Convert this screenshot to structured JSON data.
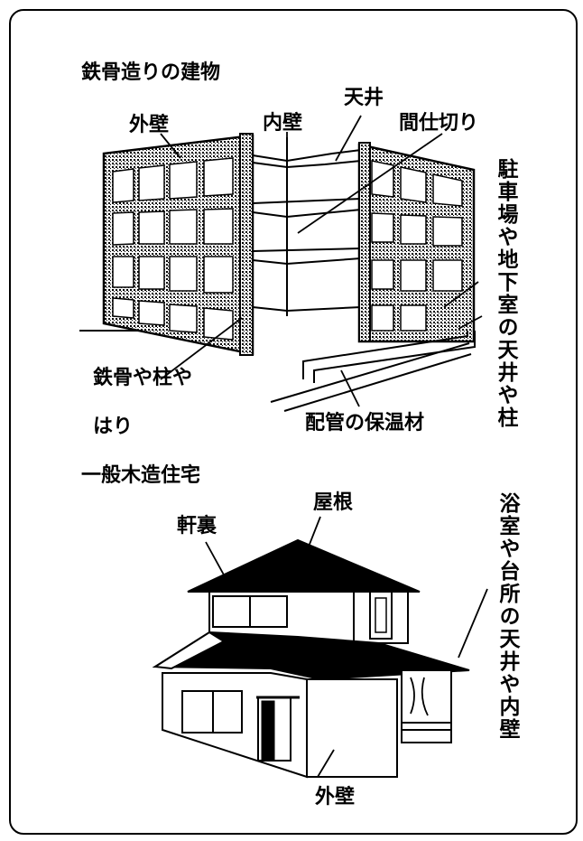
{
  "steel_building": {
    "heading": "鉄骨造りの建物",
    "labels": {
      "exterior_wall": "外壁",
      "interior_wall": "内壁",
      "ceiling": "天井",
      "partition": "間仕切り",
      "parking_basement": "駐車場や地下室の天井や柱",
      "steel_columns_line1": "鉄骨や柱や",
      "steel_columns_line2": "はり",
      "pipe_insulation": "配管の保温材"
    }
  },
  "wooden_house": {
    "heading": "一般木造住宅",
    "labels": {
      "roof": "屋根",
      "eaves_soffit": "軒裏",
      "bath_kitchen": "浴室や台所の天井や内壁",
      "exterior_wall": "外壁"
    }
  }
}
